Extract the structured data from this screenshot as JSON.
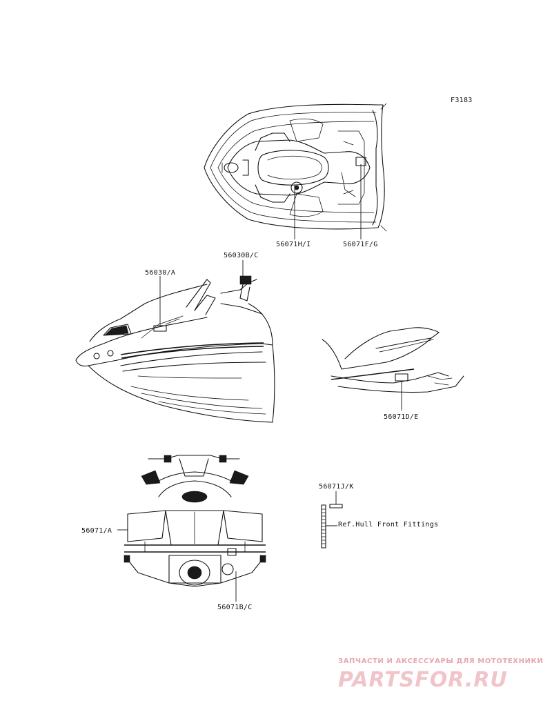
{
  "figure_id": "F3183",
  "callouts": {
    "top_left": "56071H/I",
    "top_right": "56071F/G",
    "side_hood": "56030/A",
    "side_handle": "56030B/C",
    "rear_hull": "56071D/E",
    "front_left": "56071/A",
    "front_bottom": "56071B/C",
    "fitting": "56071J/K",
    "fitting_ref": "Ref.Hull Front Fittings"
  },
  "watermark": {
    "tagline": "ЗАПЧАСТИ И АКСЕССУАРЫ ДЛЯ МОТОТЕХНИКИ",
    "logo": "PARTSFOR.RU"
  },
  "colors": {
    "line": "#111111",
    "watermark_top": "#e8a6ae",
    "watermark_logo": "#f1c4c9"
  }
}
